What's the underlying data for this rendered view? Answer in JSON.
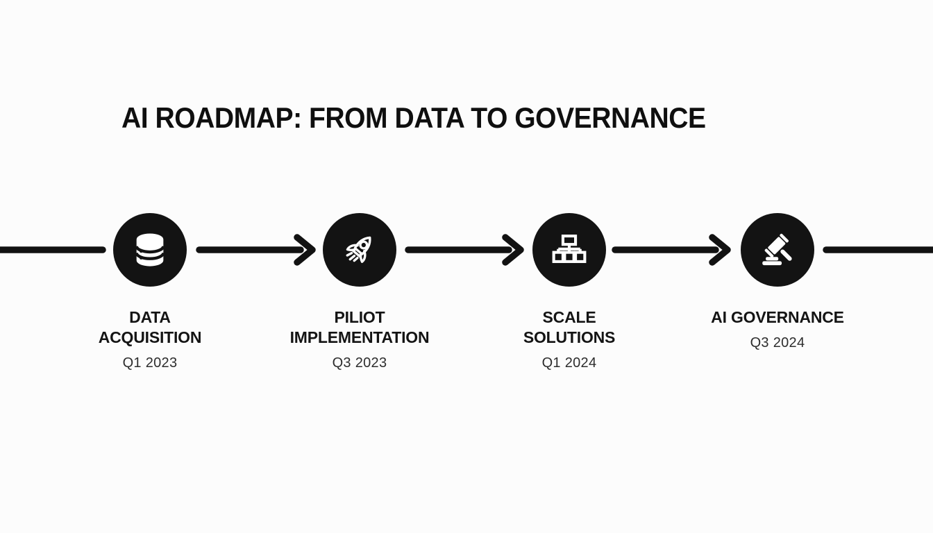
{
  "title": "AI ROADMAP: FROM DATA TO GOVERNANCE",
  "colors": {
    "background": "#fcfcfc",
    "ink": "#121212",
    "circle_fill": "#131313",
    "icon": "#ffffff",
    "date_text": "#2d2d2d"
  },
  "timeline": {
    "direction": "left-to-right",
    "milestones": [
      {
        "icon": "database-icon",
        "label": "DATA\nACQUISITION",
        "date": "Q1 2023"
      },
      {
        "icon": "rocket-icon",
        "label": "PILIOT\nIMPLEMENTATION",
        "date": "Q3 2023"
      },
      {
        "icon": "hierarchy-icon",
        "label": "SCALE\nSOLUTIONS",
        "date": "Q1 2024"
      },
      {
        "icon": "gavel-icon",
        "label": "AI GOVERNANCE",
        "date": "Q3 2024"
      }
    ]
  }
}
